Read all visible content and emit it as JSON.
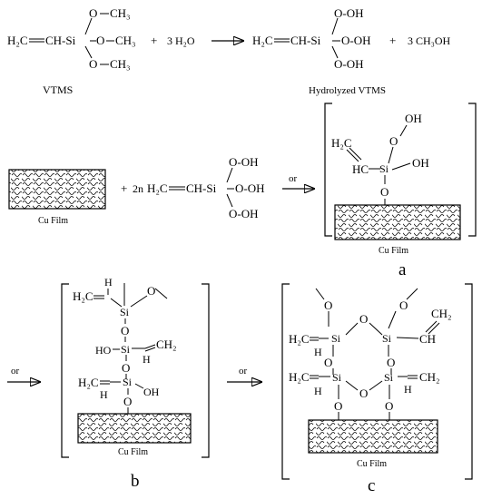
{
  "reaction1": {
    "reactant": {
      "vinyl": "H₂C",
      "ch_si": "CH-Si",
      "o_top": "O",
      "ch3_top": "CH₃",
      "o_mid": "O",
      "ch3_mid": "CH₃",
      "o_bot": "O",
      "ch3_bot": "CH₃"
    },
    "plus1": "+",
    "water": "3 H₂O",
    "product": {
      "vinyl": "H₂C",
      "ch_si": "CH-Si",
      "oh_top": "O-OH",
      "oh_mid": "O-OH",
      "oh_bot": "O-OH"
    },
    "plus2": "+",
    "methanol": "3 CH₃OH",
    "reactant_name": "VTMS",
    "product_name": "Hydrolyzed VTMS"
  },
  "reaction2": {
    "film_label": "Cu Film",
    "plus": "+",
    "coeff": "2n",
    "silane": {
      "vinyl": "H₂C",
      "ch_si": "CH-Si",
      "oh_top": "O-OH",
      "oh_mid": "O-OH",
      "oh_bot": "O-OH"
    },
    "arrow_label": "or"
  },
  "product_a": {
    "vinyl": "H₂C",
    "hc": "HC",
    "o1": "O",
    "oh1": "OH",
    "si": "Si",
    "oh2": "OH",
    "o_link": "O",
    "film_label": "Cu Film",
    "panel": "a"
  },
  "product_b": {
    "arrow_label": "or",
    "h_top": "H",
    "h2c_top": "H₂C",
    "si1": "Si",
    "o_me": "O",
    "o_link1": "O",
    "ho": "HO",
    "si2": "Si",
    "ch2": "CH₂",
    "h_mid": "H",
    "o_link2": "O",
    "h2c_bot": "H₂C",
    "si3": "Si",
    "oh": "OH",
    "h_bot": "H",
    "o_film": "O",
    "film_label": "Cu Film",
    "panel": "b"
  },
  "product_c": {
    "arrow_label": "or",
    "o_me_left": "O",
    "o_me_right": "O",
    "ch2_top": "CH₂",
    "h2c_left1": "H₂C",
    "si_tl": "Si",
    "o_top": "O",
    "si_tr": "Si",
    "ch_right": "CH",
    "h_left1": "H",
    "o_left": "O",
    "o_right": "O",
    "h2c_left2": "H₂C",
    "si_bl": "Si",
    "o_bot": "O",
    "si_br": "Si",
    "ch2_right": "CH₂",
    "h_left2": "H",
    "h_right2": "H",
    "o_film1": "O",
    "o_film2": "O",
    "film_label": "Cu Film",
    "panel": "c"
  }
}
